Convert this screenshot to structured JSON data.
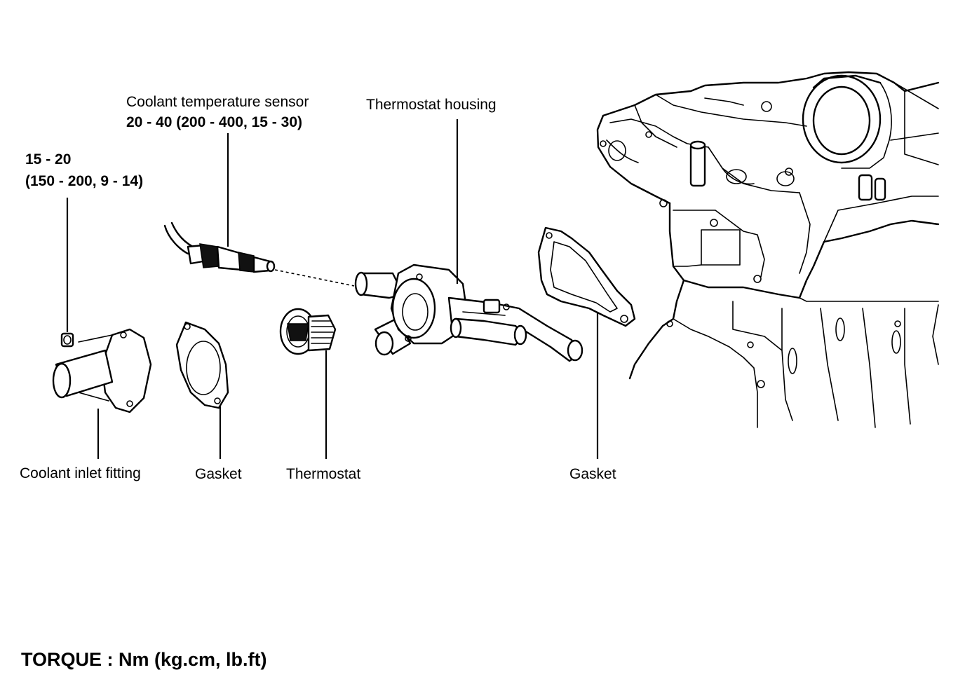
{
  "labels": {
    "sensor_name": "Coolant temperature sensor",
    "sensor_torque": "20 - 40 (200 - 400, 15 - 30)",
    "housing": "Thermostat housing",
    "bolt_torque_1": "15 - 20",
    "bolt_torque_2": "(150 - 200, 9 - 14)",
    "inlet_fitting": "Coolant inlet fitting",
    "gasket_left": "Gasket",
    "thermostat": "Thermostat",
    "gasket_right": "Gasket"
  },
  "footer": {
    "torque_units": "TORQUE : Nm (kg.cm, lb.ft)"
  }
}
